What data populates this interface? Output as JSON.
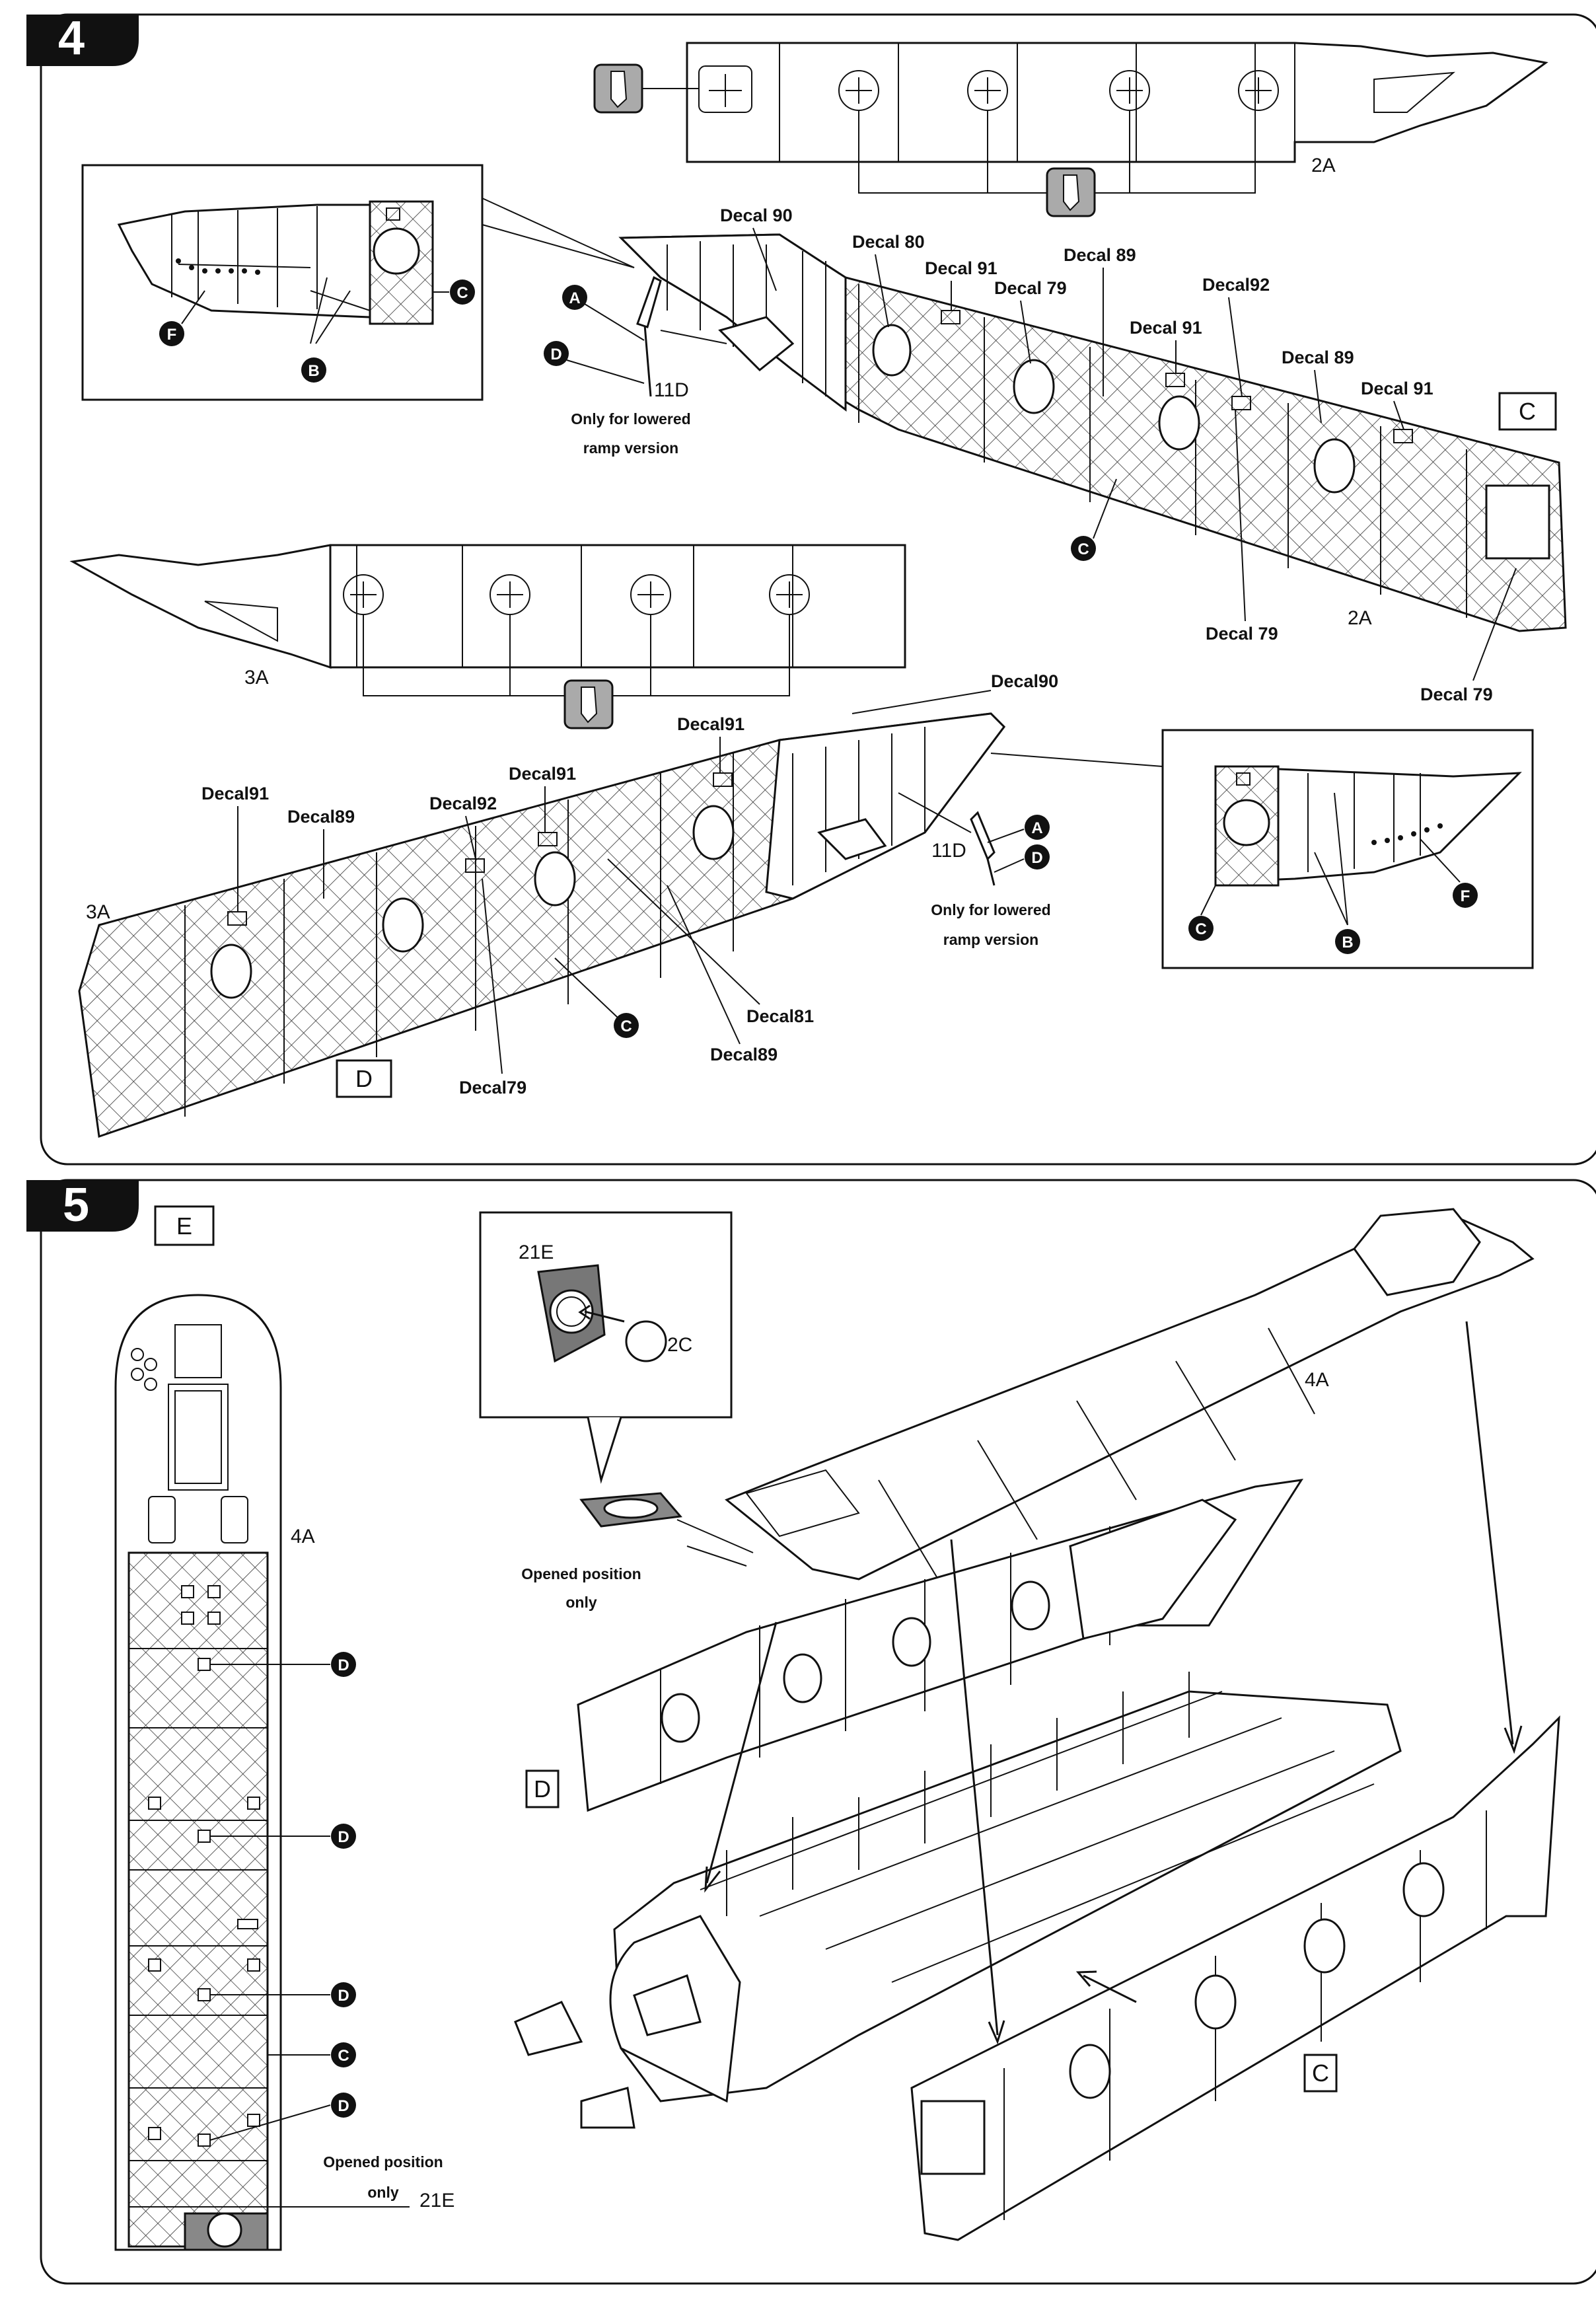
{
  "steps": [
    {
      "number": "4"
    },
    {
      "number": "5"
    }
  ],
  "step4": {
    "right_panel": {
      "box_label": "C",
      "part_main": "2A",
      "part_main_lower": "2A",
      "decals": {
        "d90": "Decal 90",
        "d80": "Decal 80",
        "d91a": "Decal 91",
        "d79a": "Decal 79",
        "d89a": "Decal 89",
        "d92": "Decal92",
        "d91b": "Decal 91",
        "d89b": "Decal 89",
        "d91c": "Decal 91",
        "d79b": "Decal 79",
        "d79c": "Decal 79"
      },
      "callouts": [
        "A",
        "D",
        "C"
      ],
      "part_small": "11D",
      "note_line1": "Only for lowered",
      "note_line2": "ramp version"
    },
    "inset_top": {
      "callouts": [
        "F",
        "B",
        "C"
      ]
    },
    "left_panel": {
      "box_label": "D",
      "part_main": "3A",
      "part_main_side": "3A",
      "decals": {
        "d90": "Decal90",
        "d91a": "Decal91",
        "d91b": "Decal91",
        "d89a": "Decal89",
        "d92": "Decal92",
        "d91c": "Decal91",
        "d81": "Decal81",
        "d89b": "Decal89",
        "d79": "Decal79"
      },
      "callouts": [
        "A",
        "D",
        "C"
      ],
      "part_small": "11D",
      "note_line1": "Only for lowered",
      "note_line2": "ramp version"
    },
    "inset_right": {
      "callouts": [
        "C",
        "B",
        "F"
      ]
    }
  },
  "step5": {
    "box_label": "E",
    "floor_part": "4A",
    "floor_callouts": [
      "D",
      "D",
      "D",
      "C",
      "D"
    ],
    "opened_note_line1": "Opened position",
    "opened_note_line2": "only",
    "floor_part_hatch": "21E",
    "inset": {
      "part_a": "21E",
      "part_b": "2C",
      "note_line1": "Opened position",
      "note_line2": "only"
    },
    "roof_part": "4A",
    "box_d": "D",
    "box_c": "C"
  },
  "colors": {
    "ink": "#111111",
    "step_badge": "#111111",
    "paper": "#ffffff"
  }
}
